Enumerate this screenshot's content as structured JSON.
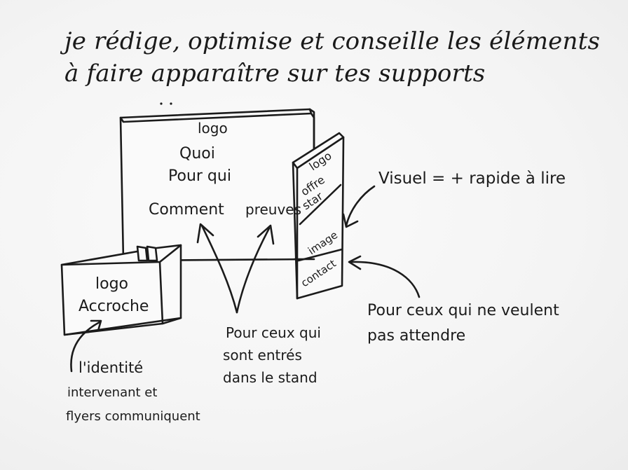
{
  "heading": {
    "line1": "je rédige, optimise et conseille les éléments",
    "line2": "à faire apparaître sur tes supports"
  },
  "stand_wall": {
    "logo": "logo",
    "quoi": "Quoi",
    "pour_qui": "Pour qui",
    "comment": "Comment",
    "preuves": "preuves"
  },
  "banner": {
    "logo": "logo",
    "offre": "offre",
    "star": "star",
    "image": "image",
    "contact": "contact"
  },
  "counter": {
    "logo": "logo",
    "accroche": "Accroche"
  },
  "notes": {
    "visuel": "Visuel = + rapide à lire",
    "attendre_1": "Pour ceux qui ne veulent",
    "attendre_2": "pas attendre",
    "stand_1": "Pour ceux qui",
    "stand_2": "sont entrés",
    "stand_3": "dans le stand",
    "identite_1": "l'identité",
    "identite_2": "intervenant et",
    "identite_3": "flyers communiquent"
  },
  "colors": {
    "ink": "#1b1b1b",
    "paper": "#f7f7f7"
  }
}
